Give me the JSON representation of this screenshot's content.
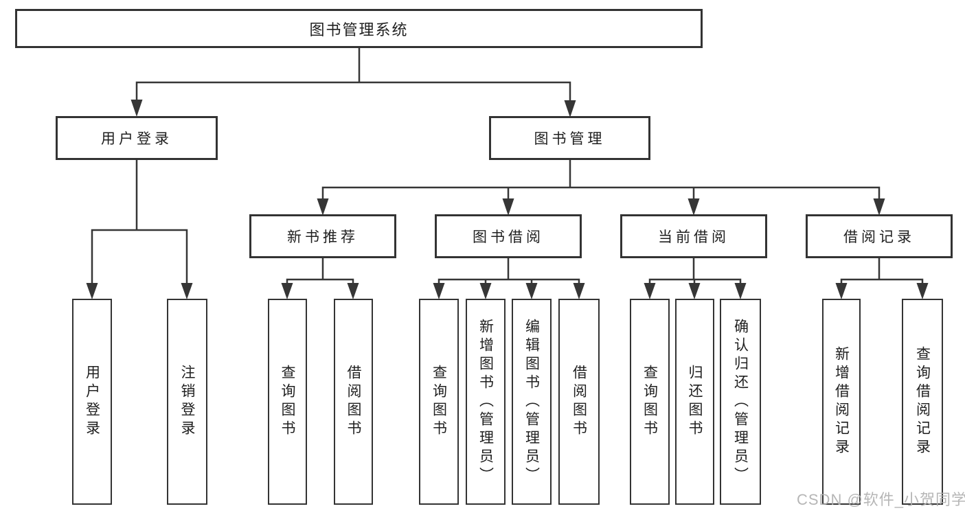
{
  "colors": {
    "line": "#363636",
    "box_border": "#333333",
    "text": "#1f1f1f",
    "watermark": "#b0b0b0",
    "background": "#ffffff"
  },
  "watermark": {
    "text": "CSDN @软件_小贺同学"
  },
  "tree": {
    "label": "图书管理系统",
    "children": [
      {
        "label": "用户登录",
        "children": [
          {
            "label": "用户登录"
          },
          {
            "label": "注销登录"
          }
        ]
      },
      {
        "label": "图书管理",
        "children": [
          {
            "label": "新书推荐",
            "children": [
              {
                "label": "查询图书"
              },
              {
                "label": "借阅图书"
              }
            ]
          },
          {
            "label": "图书借阅",
            "children": [
              {
                "label": "查询图书"
              },
              {
                "label": "新增图书（管理员）"
              },
              {
                "label": "编辑图书（管理员）"
              },
              {
                "label": "借阅图书"
              }
            ]
          },
          {
            "label": "当前借阅",
            "children": [
              {
                "label": "查询图书"
              },
              {
                "label": "归还图书"
              },
              {
                "label": "确认归还（管理员）"
              }
            ]
          },
          {
            "label": "借阅记录",
            "children": [
              {
                "label": "新增借阅记录"
              },
              {
                "label": "查询借阅记录"
              }
            ]
          }
        ]
      }
    ]
  }
}
